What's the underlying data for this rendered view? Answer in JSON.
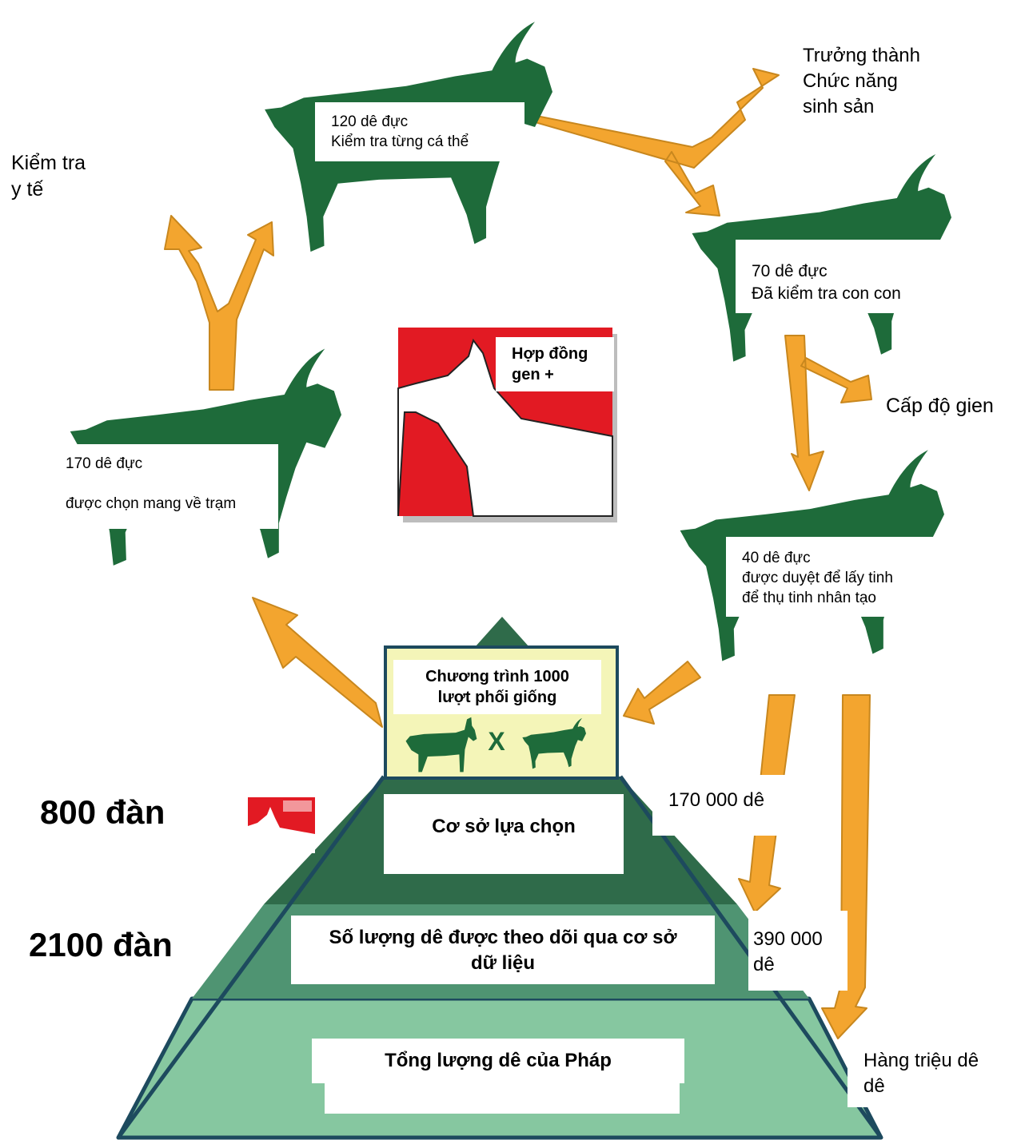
{
  "colors": {
    "goat": "#1e6b3a",
    "arrow": "#f3a52f",
    "arrow_edge": "#c8871e",
    "tier1": "#2f6b4a",
    "tier2": "#4f9472",
    "tier3": "#86c7a0",
    "program_box": "#f4f5b8",
    "logo_red": "#e21a23"
  },
  "labels": {
    "goat120": "120 dê đực\nKiểm tra từng cá thể",
    "goat70": "70 dê đực\nĐã kiểm tra con con",
    "goat40": "40 dê đực\nđược duyệt để lấy tinh\nđể thụ tinh nhân tạo",
    "goat170": "170 dê đực\n\nđược chọn mang về trạm",
    "mature": "Trưởng thành\nChức năng\nsinh sản",
    "medical": "Kiểm tra\ny tế",
    "gene_level": "Cấp độ gien",
    "contract": "Hợp đồng\ngen +",
    "count170k": "170 000 dê",
    "count390k": "390 000\ndê",
    "millions": "Hàng triệu dê\ndê"
  },
  "pyramid": {
    "program": "Chương trình 1000\nlượt phối giống",
    "cross_symbol": "X",
    "tier1": "Cơ sở lựa chọn",
    "tier2": "Số lượng dê được theo dõi qua cơ sở\ndữ liệu",
    "tier3": "Tổng lượng dê của Pháp"
  },
  "herds": {
    "h800": "800 đàn",
    "h2100": "2100 đàn"
  }
}
